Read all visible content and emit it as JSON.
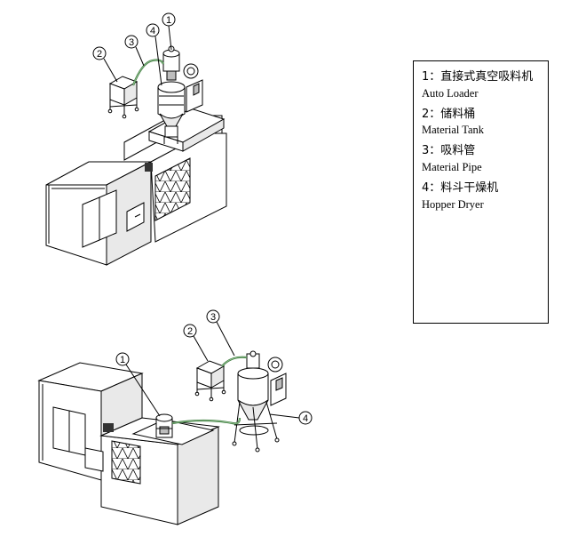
{
  "legend": {
    "items": [
      {
        "num": "1",
        "zh": "1：直接式真空吸料机",
        "en": "Auto Loader"
      },
      {
        "num": "2",
        "zh": "2：储料桶",
        "en": "Material Tank"
      },
      {
        "num": "3",
        "zh": "3：吸料管",
        "en": "Material Pipe"
      },
      {
        "num": "4",
        "zh": "4：料斗干燥机",
        "en": "Hopper Dryer"
      }
    ]
  },
  "callouts": {
    "top": [
      "1",
      "2",
      "3",
      "4"
    ],
    "bottom": [
      "1",
      "2",
      "3",
      "4"
    ]
  },
  "colors": {
    "pipe": "#3b7a3b",
    "line": "#000000",
    "panel": "#bdbdbd"
  }
}
